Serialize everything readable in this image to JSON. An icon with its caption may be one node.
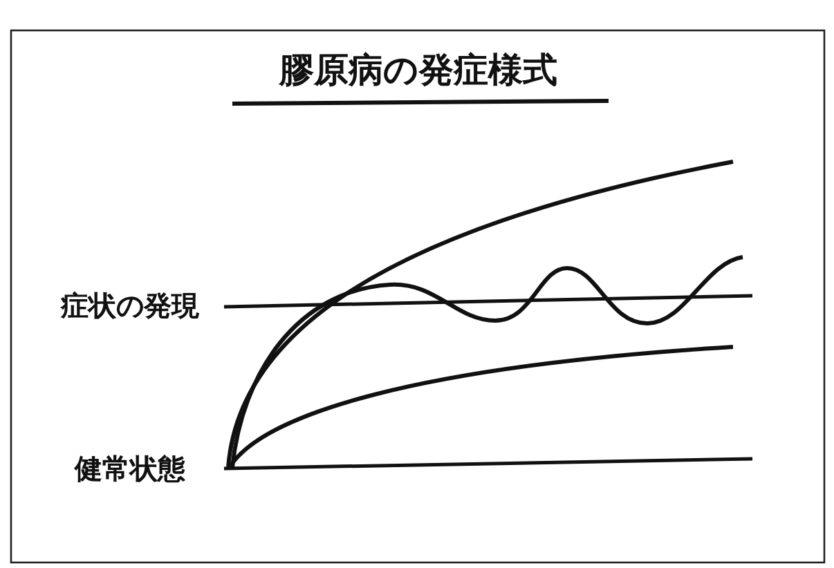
{
  "diagram": {
    "title": "膠原病の発症様式",
    "labels": [
      "症状の発現",
      "健常状態"
    ]
  }
}
